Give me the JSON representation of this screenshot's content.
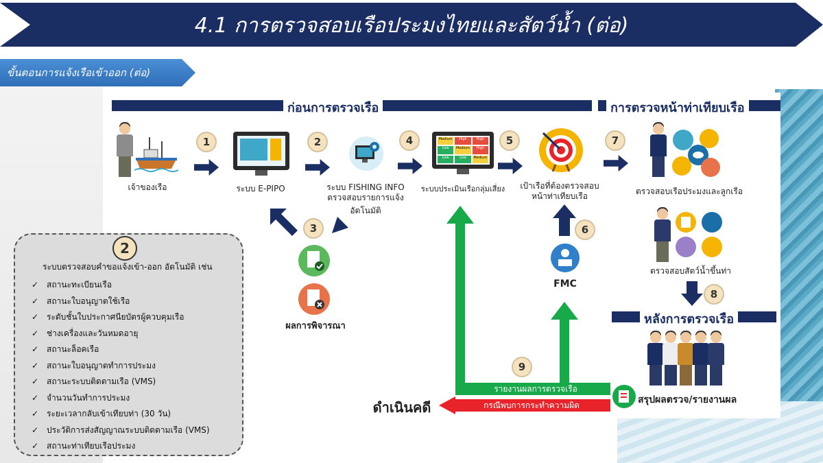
{
  "header": {
    "title": "4.1 การตรวจสอบเรือประมงไทยและสัตว์น้ำ (ต่อ)",
    "subtitle": "ขั้นตอนการแจ้งเรือเข้าออก (ต่อ)"
  },
  "sections": {
    "before": "ก่อนการตรวจเรือ",
    "at_port": "การตรวจหน้าท่าเทียบเรือ",
    "after": "หลังการตรวจเรือ"
  },
  "steps": {
    "owner": "เจ้าของเรือ",
    "epipo": "ระบบ E-PIPO",
    "fishing_info_1": "ระบบ FISHING INFO",
    "fishing_info_2": "ตรวจสอบรายการแจ้งอัตโนมัติ",
    "risk": "ระบบประเมินเรือกลุ่มเสี่ยง",
    "target_1": "เป้าเรือที่ต้องตรวจสอบ",
    "target_2": "หน้าท่าเทียบเรือ",
    "inspect_boat": "ตรวจสอบเรือประมงและลูกเรือ",
    "inspect_fish": "ตรวจสอบสัตว์น้ำขึ้นท่า",
    "result": "ผลการพิจารณา",
    "fmc": "FMC",
    "summary": "สรุปผลตรวจ/รายงานผล",
    "report": "รายงานผลการตรวจเรือ",
    "violation": "กรณีพบการกระทำความผิด",
    "prosecute": "ดำเนินคดี"
  },
  "numbers": [
    "1",
    "2",
    "3",
    "4",
    "5",
    "6",
    "7",
    "8",
    "9"
  ],
  "risk_cells": [
    "Medium",
    "High",
    "High",
    "Low",
    "Medium",
    "High",
    "Low",
    "Low",
    "Medium"
  ],
  "checklist": {
    "number": "2",
    "title": "ระบบตรวจสอบคำขอแจ้งเข้า-ออก อัตโนมัติ เช่น",
    "items": [
      "สถานะทะเบียนเรือ",
      "สถานะใบอนุญาตใช้เรือ",
      "ระดับชั้นใบประกาศนียบัตรผู้ควบคุมเรือ",
      "ช่างเครื่องและวันหมดอายุ",
      "สถานะล็อคเรือ",
      "สถานะใบอนุญาตทำการประมง",
      "สถานะระบบติดตามเรือ (VMS)",
      "จำนวนวันทำการประมง",
      "ระยะเวลากลับเข้าเทียบท่า (30 วัน)",
      "ประวัติการส่งสัญญาณระบบติดตามเรือ (VMS)",
      "สถานะท่าเทียบเรือประมง"
    ]
  },
  "colors": {
    "navy": "#1b2e63",
    "green": "#17a94a",
    "red": "#e8232a",
    "accent_blue": "#2f6fb8"
  }
}
